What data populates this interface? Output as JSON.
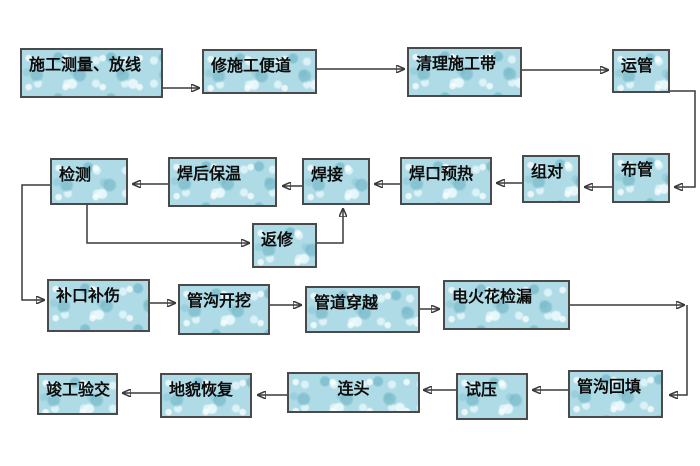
{
  "diagram": {
    "type": "flowchart",
    "nodes": [
      {
        "id": "survey-layout",
        "label": "施工测量、放线"
      },
      {
        "id": "access-road",
        "label": "修施工便道"
      },
      {
        "id": "clear-strip",
        "label": "清理施工带"
      },
      {
        "id": "pipe-hauling",
        "label": "运管"
      },
      {
        "id": "pipe-stringing",
        "label": "布管"
      },
      {
        "id": "fitup",
        "label": "组对"
      },
      {
        "id": "weld-preheat",
        "label": "焊口预热"
      },
      {
        "id": "welding",
        "label": "焊接"
      },
      {
        "id": "post-weld-insulation",
        "label": "焊后保温"
      },
      {
        "id": "inspection",
        "label": "检测"
      },
      {
        "id": "rework",
        "label": "返修"
      },
      {
        "id": "joint-repair",
        "label": "补口补伤"
      },
      {
        "id": "trench-excavation",
        "label": "管沟开挖"
      },
      {
        "id": "pipeline-crossing",
        "label": "管道穿越"
      },
      {
        "id": "spark-leak-test",
        "label": "电火花检漏"
      },
      {
        "id": "trench-backfill",
        "label": "管沟回填"
      },
      {
        "id": "pressure-test",
        "label": "试压"
      },
      {
        "id": "tie-in",
        "label": "连头"
      },
      {
        "id": "terrain-restore",
        "label": "地貌恢复"
      },
      {
        "id": "completion-handover",
        "label": "竣工验交"
      }
    ],
    "edges": [
      {
        "from": "survey-layout",
        "to": "access-road"
      },
      {
        "from": "access-road",
        "to": "clear-strip"
      },
      {
        "from": "clear-strip",
        "to": "pipe-hauling"
      },
      {
        "from": "pipe-hauling",
        "to": "pipe-stringing"
      },
      {
        "from": "pipe-stringing",
        "to": "fitup"
      },
      {
        "from": "fitup",
        "to": "weld-preheat"
      },
      {
        "from": "weld-preheat",
        "to": "welding"
      },
      {
        "from": "welding",
        "to": "post-weld-insulation"
      },
      {
        "from": "post-weld-insulation",
        "to": "inspection"
      },
      {
        "from": "inspection",
        "to": "rework"
      },
      {
        "from": "rework",
        "to": "welding"
      },
      {
        "from": "inspection",
        "to": "joint-repair"
      },
      {
        "from": "joint-repair",
        "to": "trench-excavation"
      },
      {
        "from": "trench-excavation",
        "to": "pipeline-crossing"
      },
      {
        "from": "pipeline-crossing",
        "to": "spark-leak-test"
      },
      {
        "from": "spark-leak-test",
        "to": "trench-backfill"
      },
      {
        "from": "trench-backfill",
        "to": "pressure-test"
      },
      {
        "from": "pressure-test",
        "to": "tie-in"
      },
      {
        "from": "tie-in",
        "to": "terrain-restore"
      },
      {
        "from": "terrain-restore",
        "to": "completion-handover"
      }
    ],
    "colors": {
      "box_fill": "#aedbe6",
      "box_border": "#4a4a4a",
      "arrow": "#3a3a3a",
      "background": "#ffffff",
      "text": "#0c0c0c"
    }
  }
}
